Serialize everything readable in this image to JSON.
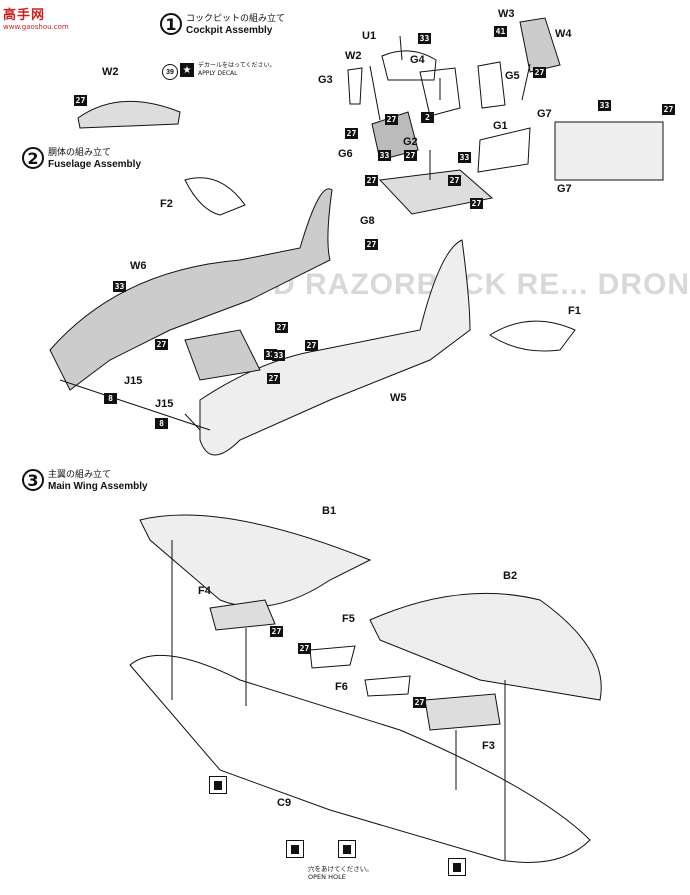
{
  "watermark": {
    "site": "高手网",
    "url": "www.gaoshou.com"
  },
  "background_title": "P-47D RAZORBACK RE... DRON",
  "steps": [
    {
      "number": "1",
      "title_jp": "コックピットの組み立て",
      "title_en": "Cockpit Assembly"
    },
    {
      "number": "2",
      "title_jp": "胴体の組み立て",
      "title_en": "Fuselage Assembly"
    },
    {
      "number": "3",
      "title_jp": "主翼の組み立て",
      "title_en": "Main Wing Assembly"
    }
  ],
  "decal_note": {
    "badge": "39",
    "jp": "デカールをはってください。",
    "en": "APPLY DECAL"
  },
  "open_hole": {
    "jp": "穴をあけてください。",
    "en": "OPEN HOLE"
  },
  "part_labels": {
    "W2a": "W2",
    "W2b": "W2",
    "U1": "U1",
    "W3": "W3",
    "W4": "W4",
    "G3": "G3",
    "G4": "G4",
    "G5": "G5",
    "G1": "G1",
    "G7a": "G7",
    "G7b": "G7",
    "G6": "G6",
    "G2": "G2",
    "G8": "G8",
    "F2": "F2",
    "W6": "W6",
    "F1": "F1",
    "J15a": "J15",
    "J15b": "J15",
    "W5": "W5",
    "B1": "B1",
    "B2": "B2",
    "F4": "F4",
    "F5": "F5",
    "F6": "F6",
    "F3": "F3",
    "C9": "C9"
  },
  "color_numbers": {
    "n1": "27",
    "n2": "33",
    "n3": "41",
    "n4": "27",
    "n5": "27",
    "n6": "27",
    "n7": "2",
    "n8": "33",
    "n9": "27",
    "n10": "33",
    "n11": "27",
    "n12": "33",
    "n13": "27",
    "n14": "33",
    "n15": "27",
    "n16": "33",
    "n17": "27",
    "n18": "8",
    "n19": "27",
    "n20": "33",
    "n21": "8",
    "n22": "27",
    "n23": "27",
    "n24": "27",
    "n25": "27",
    "n26": "27",
    "n27": "27",
    "n28": "27"
  }
}
